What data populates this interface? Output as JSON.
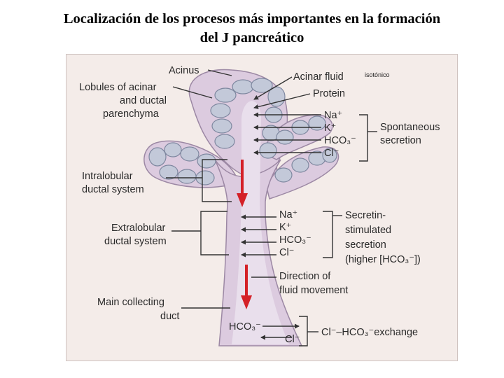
{
  "title": {
    "line1": "Localización de los procesos más importantes en la formación",
    "line2": "del J pancreático"
  },
  "annotation": "isotónico",
  "labels": {
    "acinus": "Acinus",
    "lobules_l1": "Lobules of acinar",
    "lobules_l2": "and ductal",
    "lobules_l3": "parenchyma",
    "acinar_fluid": "Acinar fluid",
    "protein": "Protein",
    "spontaneous_l1": "Spontaneous",
    "spontaneous_l2": "secretion",
    "intralobular_l1": "Intralobular",
    "intralobular_l2": "ductal system",
    "extralobular_l1": "Extralobular",
    "extralobular_l2": "ductal system",
    "secretin_l1": "Secretin-",
    "secretin_l2": "stimulated",
    "secretin_l3": "secretion",
    "secretin_l4": "(higher [HCO₃⁻])",
    "direction_l1": "Direction of",
    "direction_l2": "fluid movement",
    "main_l1": "Main collecting",
    "main_l2": "duct",
    "exchange": "Cl⁻–HCO₃⁻exchange"
  },
  "ions": {
    "spontaneous": [
      "Na⁺",
      "K⁺",
      "HCO₃⁻",
      "Cl⁻"
    ],
    "secretin": [
      "Na⁺",
      "K⁺",
      "HCO₃⁻",
      "Cl⁻"
    ],
    "exchange": [
      "HCO₃⁻",
      "Cl⁻"
    ]
  },
  "colors": {
    "tissue": "#dccbdf",
    "tissue_outline": "#9c88a4",
    "duct_lumen": "#e9dfec",
    "cell_fill": "#c3c9d9",
    "cell_border": "#7e879f",
    "flow_arrow": "#d42027",
    "line": "#333333"
  }
}
